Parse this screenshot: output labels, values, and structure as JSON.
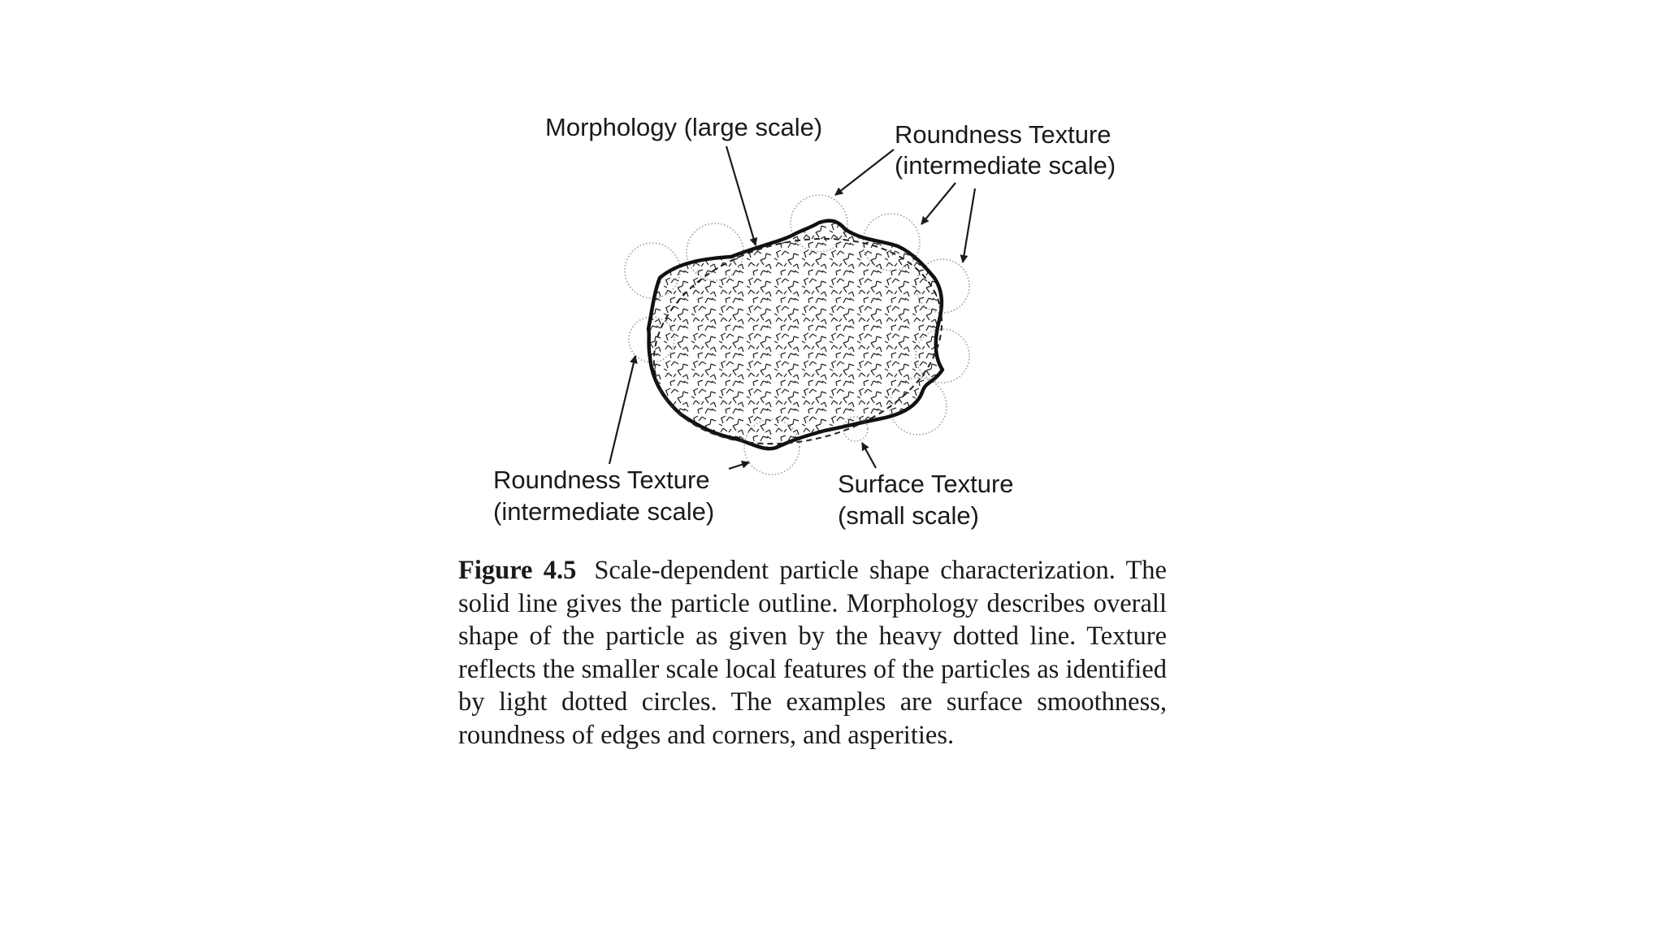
{
  "figure": {
    "labels": {
      "morphology": "Morphology (large scale)",
      "roundness_top_line1": "Roundness Texture",
      "roundness_top_line2": "(intermediate scale)",
      "roundness_bottom_line1": "Roundness Texture",
      "roundness_bottom_line2": "(intermediate scale)",
      "surface_line1": "Surface Texture",
      "surface_line2": "(small scale)"
    }
  },
  "caption": {
    "figure_number": "Figure 4.5",
    "text": "Scale-dependent particle shape characterization. The solid line gives the particle outline. Morphology describes overall shape of the particle as given by the heavy dotted line. Texture reflects the smaller scale local features of the particles as identified by light dotted circles. The examples are surface smoothness, roundness of edges and corners, and asperities."
  }
}
